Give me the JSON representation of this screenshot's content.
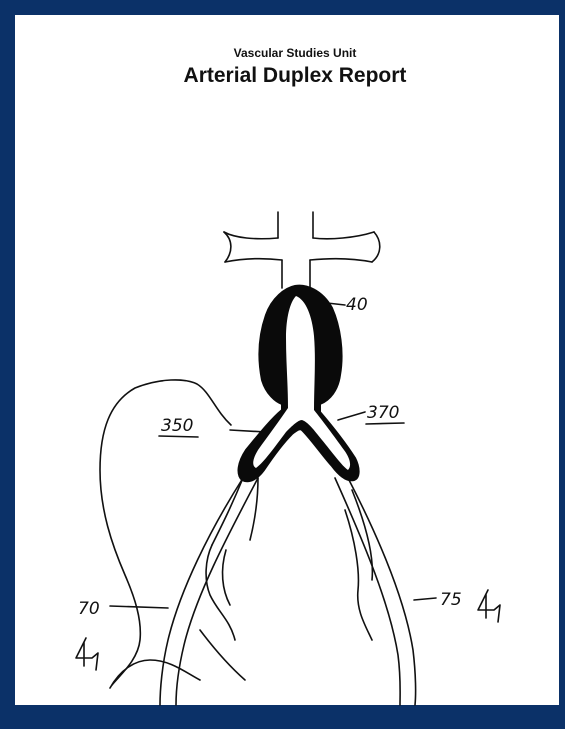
{
  "header": {
    "unit": "Vascular Studies Unit",
    "title": "Arterial Duplex Report"
  },
  "diagram": {
    "labels": {
      "aorta": "40",
      "right_common_iliac": "350",
      "left_common_iliac": "370",
      "right_external_iliac": "70",
      "left_external_iliac": "75"
    },
    "colors": {
      "background": "#0b3168",
      "sheet": "#ffffff",
      "ink": "#111111"
    }
  }
}
